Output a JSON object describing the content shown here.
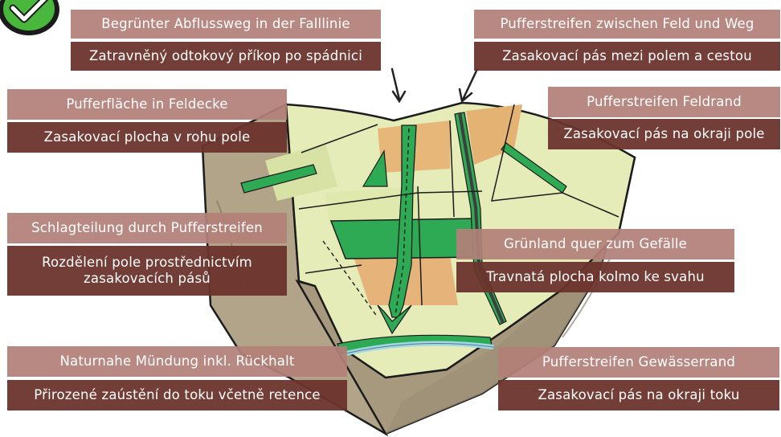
{
  "labels": {
    "abfluss_de": "Begrünter Abflussweg in der Falllinie",
    "abfluss_cz": "Zatravněný odtokový příkop po spádnici",
    "feldweg_de": "Pufferstreifen zwischen Feld und Weg",
    "feldweg_cz": "Zasakovací pás mezi polem a cestou",
    "feldecke_de": "Pufferfläche in Feldecke",
    "feldecke_cz": "Zasakovací plocha v rohu pole",
    "feldrand_de": "Pufferstreifen Feldrand",
    "feldrand_cz": "Zasakovací pás na okraji pole",
    "schlag_de": "Schlagteilung durch Pufferstreifen",
    "schlag_cz": "Rozdělení pole prostřednictvím zasakovacích pásů",
    "gruenland_de": "Grünland quer zum Gefälle",
    "gruenland_cz": "Travnatá plocha kolmo ke svahu",
    "muendung_de": "Naturnahe Mündung inkl. Rückhalt",
    "muendung_cz": "Přirozené zaústění do toku včetně retence",
    "gewaesser_de": "Pufferstreifen Gewässerrand",
    "gewaesser_cz": "Zasakovací pás na okraji toku"
  },
  "colors": {
    "label_german": "#b38078",
    "label_czech": "#6c342c",
    "buffer_green": "#2eaa55",
    "field_yellow": "#e6ecb8",
    "field_orange": "#e7b77a",
    "soil_brown": "#a79a82",
    "water_blue": "#9fd8e8",
    "check_green": "#49b63c"
  }
}
